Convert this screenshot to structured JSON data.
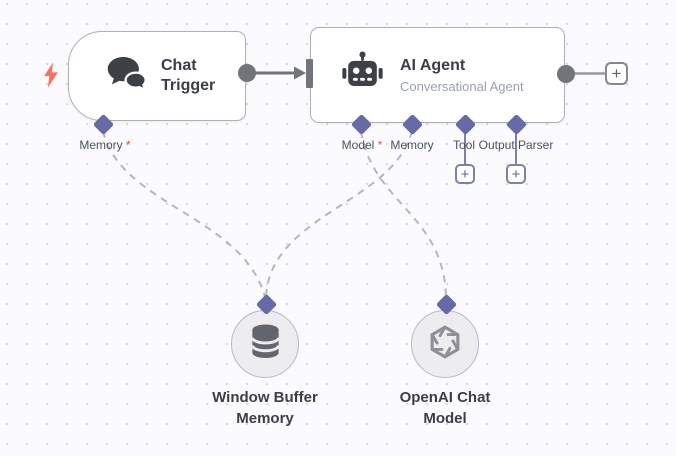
{
  "nodes": {
    "chat_trigger": {
      "title": "Chat Trigger",
      "icon": "chat-bubbles-icon"
    },
    "ai_agent": {
      "title": "AI Agent",
      "subtitle": "Conversational Agent",
      "icon": "robot-icon"
    },
    "window_buffer_memory": {
      "title": "Window Buffer Memory",
      "icon": "database-icon"
    },
    "openai_chat_model": {
      "title": "OpenAI Chat Model",
      "icon": "openai-logo-icon"
    }
  },
  "ports": {
    "chat_trigger": [
      {
        "label": "Memory",
        "required_marker": "*"
      }
    ],
    "ai_agent": [
      {
        "label": "Model",
        "required_marker": "*"
      },
      {
        "label": "Memory"
      },
      {
        "label": "Tool"
      },
      {
        "label": "Output Parser"
      }
    ]
  },
  "buttons": {
    "plus": "+"
  },
  "colors": {
    "port_diamond": "#666ba8",
    "required_asterisk": "#e04f4f",
    "trigger_bolt": "#ff6d5c",
    "connector_gray": "#72747b",
    "dashed_connection": "#b4b6c0",
    "canvas_background": "#fbfbfd"
  }
}
